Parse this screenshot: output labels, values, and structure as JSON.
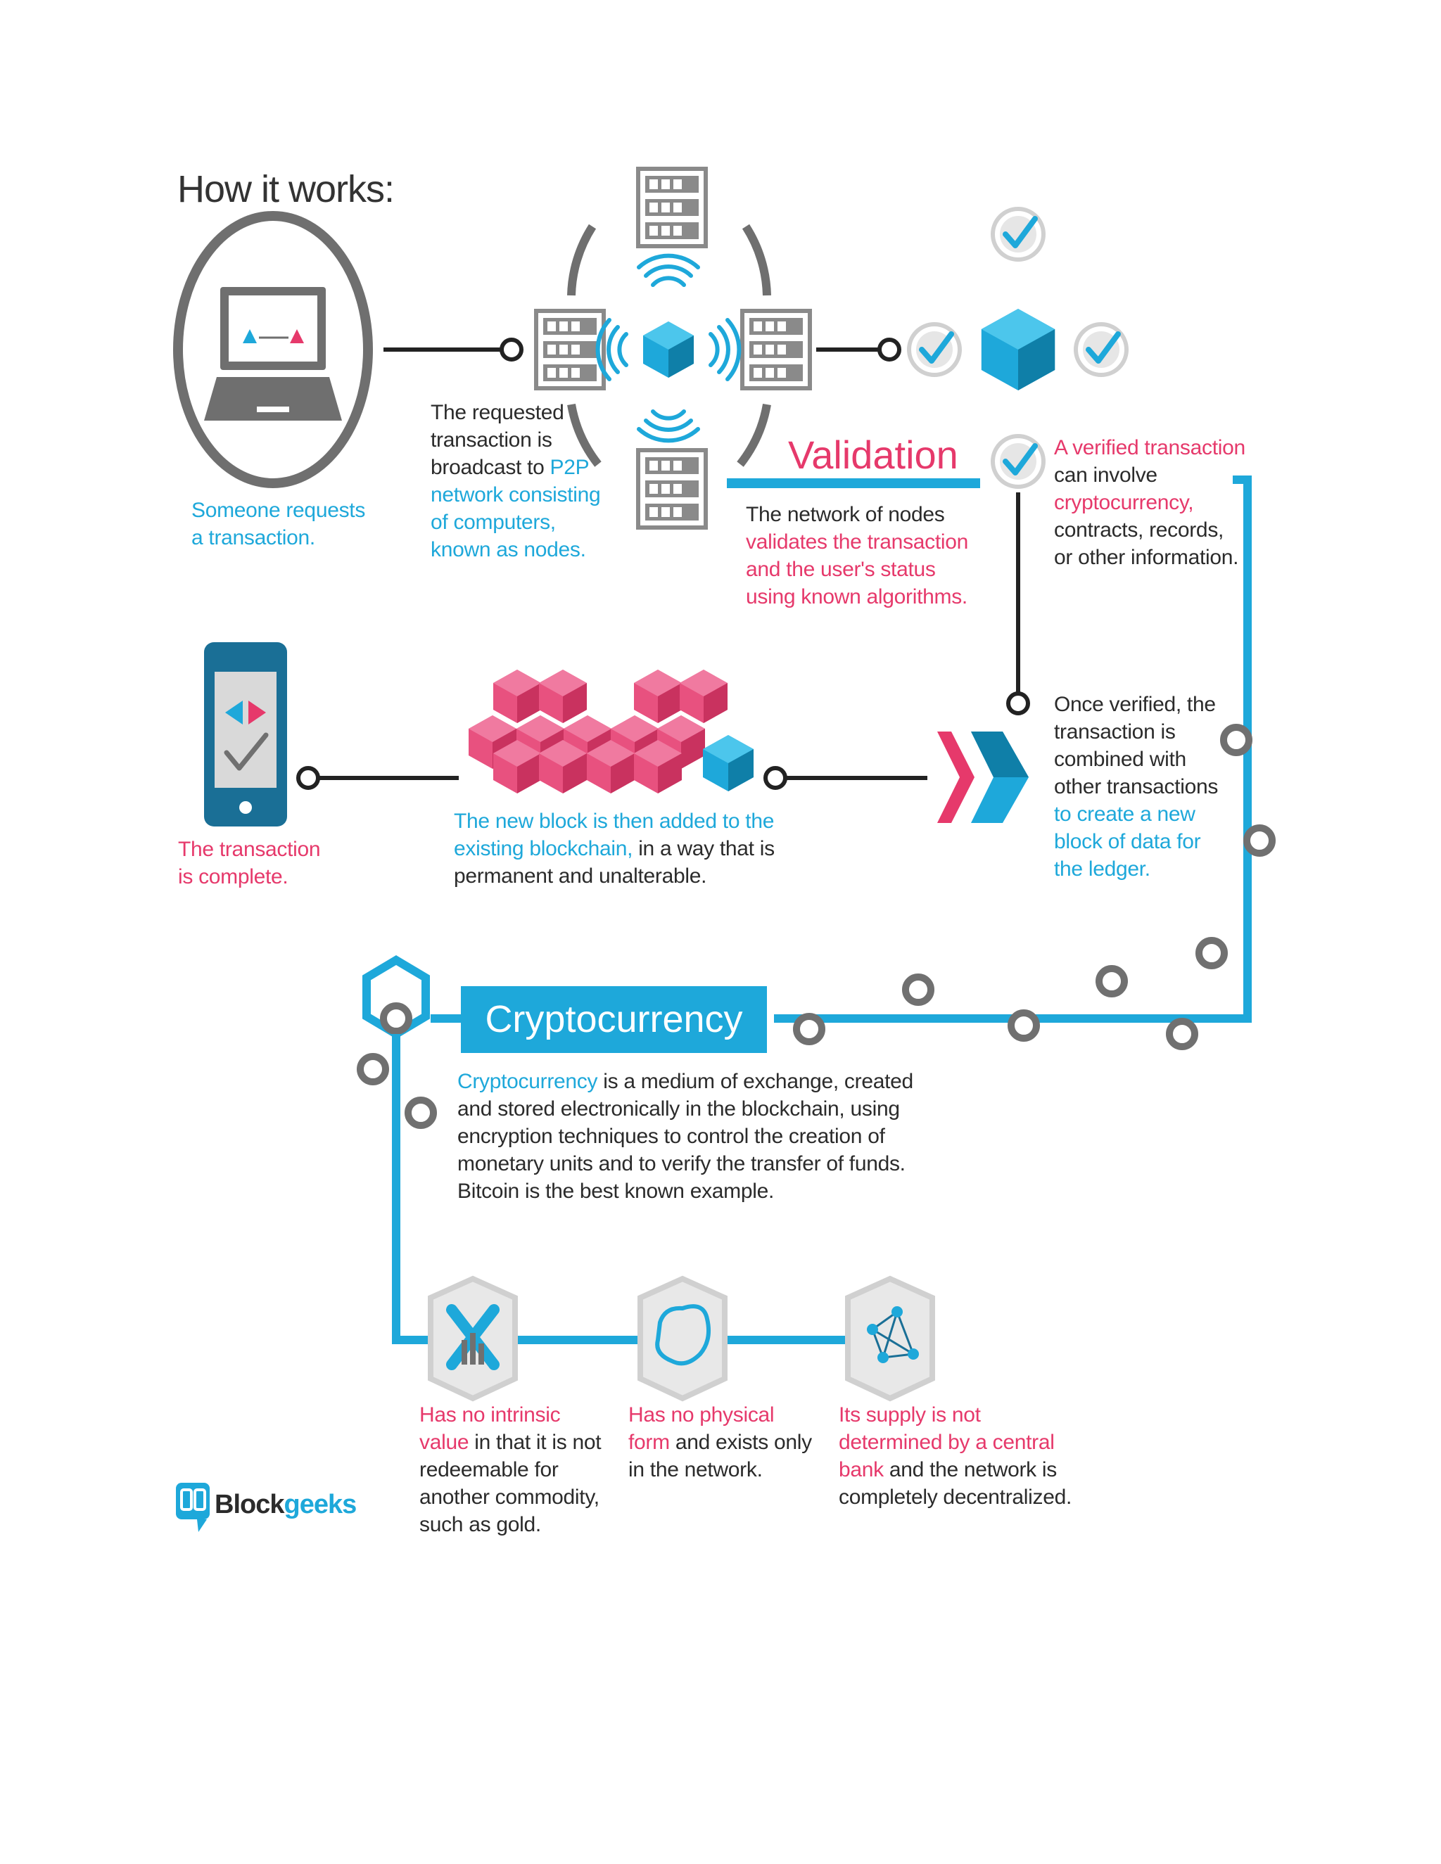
{
  "title": "How it works:",
  "headings": {
    "validation": "Validation",
    "cryptocurrency": "Cryptocurrency"
  },
  "steps": {
    "request": [
      {
        "text": "Someone requests",
        "color": "blue",
        "br": true
      },
      {
        "text": "a transaction.",
        "color": "blue",
        "br": false
      }
    ],
    "broadcast": [
      {
        "text": "The requested",
        "color": "dark",
        "br": true
      },
      {
        "text": "transaction is",
        "color": "dark",
        "br": true
      },
      {
        "text": "broadcast to ",
        "color": "dark",
        "br": false
      },
      {
        "text": "P2P",
        "color": "blue",
        "br": true
      },
      {
        "text": "network consisting",
        "color": "blue",
        "br": true
      },
      {
        "text": "of computers,",
        "color": "blue",
        "br": true
      },
      {
        "text": "known as nodes.",
        "color": "blue",
        "br": false
      }
    ],
    "validation": [
      {
        "text": "The network of nodes",
        "color": "dark",
        "br": true
      },
      {
        "text": "validates the transaction",
        "color": "pink",
        "br": true
      },
      {
        "text": "and the user's status",
        "color": "pink",
        "br": true
      },
      {
        "text": "using known algorithms.",
        "color": "pink",
        "br": false
      }
    ],
    "verified": [
      {
        "text": "A verified transaction",
        "color": "pink",
        "br": true
      },
      {
        "text": "can involve",
        "color": "dark",
        "br": true
      },
      {
        "text": "cryptocurrency,",
        "color": "pink",
        "br": true
      },
      {
        "text": "contracts, records,",
        "color": "dark",
        "br": true
      },
      {
        "text": "or other information.",
        "color": "dark",
        "br": false
      }
    ],
    "combined": [
      {
        "text": "Once verified, the",
        "color": "dark",
        "br": true
      },
      {
        "text": "transaction is",
        "color": "dark",
        "br": true
      },
      {
        "text": "combined with",
        "color": "dark",
        "br": true
      },
      {
        "text": "other transactions",
        "color": "dark",
        "br": true
      },
      {
        "text": "to create a new",
        "color": "blue",
        "br": true
      },
      {
        "text": "block of data for",
        "color": "blue",
        "br": true
      },
      {
        "text": "the ledger.",
        "color": "blue",
        "br": false
      }
    ],
    "added": [
      {
        "text": "The new block is then added to the",
        "color": "blue",
        "br": true
      },
      {
        "text": "existing blockchain,",
        "color": "blue",
        "br": false
      },
      {
        "text": " in a way that is",
        "color": "dark",
        "br": true
      },
      {
        "text": "permanent and unalterable.",
        "color": "dark",
        "br": false
      }
    ],
    "complete": [
      {
        "text": "The transaction",
        "color": "pink",
        "br": true
      },
      {
        "text": "is complete.",
        "color": "pink",
        "br": false
      }
    ],
    "crypto_def": [
      {
        "text": "Cryptocurrency",
        "color": "blue",
        "br": false
      },
      {
        "text": " is a medium of exchange, created",
        "color": "dark",
        "br": true
      },
      {
        "text": "and stored electronically in the blockchain, using",
        "color": "dark",
        "br": true
      },
      {
        "text": "encryption techniques to control the creation of",
        "color": "dark",
        "br": true
      },
      {
        "text": "monetary units and to verify the transfer of funds.",
        "color": "dark",
        "br": true
      },
      {
        "text": "Bitcoin is the best known example.",
        "color": "dark",
        "br": false
      }
    ],
    "no_value": [
      {
        "text": "Has no intrinsic",
        "color": "pink",
        "br": true
      },
      {
        "text": "value",
        "color": "pink",
        "br": false
      },
      {
        "text": " in that it is not",
        "color": "dark",
        "br": true
      },
      {
        "text": "redeemable for",
        "color": "dark",
        "br": true
      },
      {
        "text": "another commodity,",
        "color": "dark",
        "br": true
      },
      {
        "text": "such as gold.",
        "color": "dark",
        "br": false
      }
    ],
    "no_form": [
      {
        "text": "Has no physical",
        "color": "pink",
        "br": true
      },
      {
        "text": "form",
        "color": "pink",
        "br": false
      },
      {
        "text": " and exists only",
        "color": "dark",
        "br": true
      },
      {
        "text": "in the network.",
        "color": "dark",
        "br": false
      }
    ],
    "supply": [
      {
        "text": "Its supply is not",
        "color": "pink",
        "br": true
      },
      {
        "text": "determined by a central",
        "color": "pink",
        "br": true
      },
      {
        "text": "bank",
        "color": "pink",
        "br": false
      },
      {
        "text": " and the network is",
        "color": "dark",
        "br": true
      },
      {
        "text": "completely decentralized.",
        "color": "dark",
        "br": false
      }
    ]
  },
  "brand": {
    "part1": "Block",
    "part2": "geeks"
  },
  "colors": {
    "blue": "#1ea8da",
    "pink": "#e6396b",
    "dark": "#2b2b2b",
    "gray": "#707070",
    "light_gray": "#d9d9d9"
  },
  "icons": [
    "laptop-icon",
    "server-icon",
    "cube-icon",
    "wifi-icon",
    "checkmark-icon",
    "chevron-block-icon",
    "smartphone-icon",
    "blockchain-cubes-icon",
    "no-value-icon",
    "map-shape-icon",
    "network-graph-icon",
    "brand-logo-icon"
  ]
}
